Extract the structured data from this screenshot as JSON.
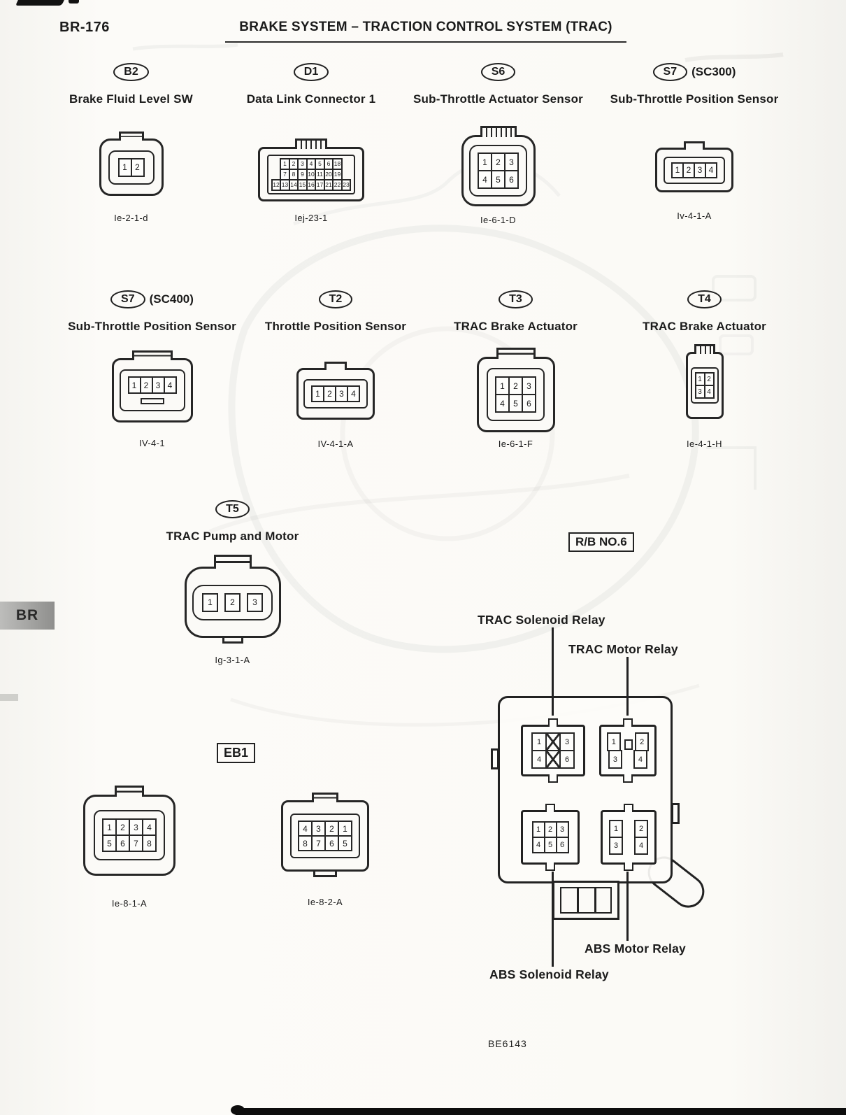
{
  "page": {
    "number": "BR-176",
    "header": {
      "bold": "BRAKE SYSTEM",
      "rest": " – TRACTION CONTROL SYSTEM (TRAC)"
    },
    "side_tab": "BR",
    "figure_code": "BE6143"
  },
  "labels": {
    "eb1_box": "EB1"
  },
  "connectors": [
    {
      "badge": "B2",
      "qualifier": "",
      "title": "Brake Fluid Level SW",
      "code": "Ie-2-1-d",
      "rows": [
        [
          "1",
          "2"
        ]
      ]
    },
    {
      "badge": "D1",
      "qualifier": "",
      "title": "Data Link Connector 1",
      "code": "Iej-23-1",
      "rows": [
        [
          "1",
          "2",
          "3",
          "4",
          "5",
          "6",
          "18"
        ],
        [
          "7",
          "8",
          "9",
          "10",
          "11",
          "20",
          "19"
        ],
        [
          "12",
          "13",
          "14",
          "15",
          "16",
          "17",
          "21",
          "22",
          "23"
        ]
      ]
    },
    {
      "badge": "S6",
      "qualifier": "",
      "title": "Sub-Throttle Actuator Sensor",
      "code": "Ie-6-1-D",
      "rows": [
        [
          "1",
          "2",
          "3"
        ],
        [
          "4",
          "5",
          "6"
        ]
      ]
    },
    {
      "badge": "S7",
      "qualifier": "(SC300)",
      "title": "Sub-Throttle Position Sensor",
      "code": "Iv-4-1-A",
      "rows": [
        [
          "1",
          "2",
          "3",
          "4"
        ]
      ]
    },
    {
      "badge": "S7",
      "qualifier": "(SC400)",
      "title": "Sub-Throttle Position Sensor",
      "code": "IV-4-1",
      "rows": [
        [
          "1",
          "2",
          "3",
          "4"
        ]
      ]
    },
    {
      "badge": "T2",
      "qualifier": "",
      "title": "Throttle Position Sensor",
      "code": "IV-4-1-A",
      "rows": [
        [
          "1",
          "2",
          "3",
          "4"
        ]
      ]
    },
    {
      "badge": "T3",
      "qualifier": "",
      "title": "TRAC Brake Actuator",
      "code": "Ie-6-1-F",
      "rows": [
        [
          "1",
          "2",
          "3"
        ],
        [
          "4",
          "5",
          "6"
        ]
      ]
    },
    {
      "badge": "T4",
      "qualifier": "",
      "title": "TRAC Brake Actuator",
      "code": "Ie-4-1-H",
      "rows": [
        [
          "1",
          "2"
        ],
        [
          "3",
          "4"
        ]
      ]
    },
    {
      "badge": "T5",
      "qualifier": "",
      "title": "TRAC Pump and Motor",
      "code": "Ig-3-1-A",
      "rows": [
        [
          "1",
          "2",
          "3"
        ]
      ]
    },
    {
      "badge": "",
      "qualifier": "",
      "title": "",
      "code": "Ie-8-1-A",
      "rows": [
        [
          "1",
          "2",
          "3",
          "4"
        ],
        [
          "5",
          "6",
          "7",
          "8"
        ]
      ]
    },
    {
      "badge": "",
      "qualifier": "",
      "title": "",
      "code": "Ie-8-2-A",
      "rows": [
        [
          "4",
          "3",
          "2",
          "1"
        ],
        [
          "8",
          "7",
          "6",
          "5"
        ]
      ]
    }
  ],
  "relay_box": {
    "label": "R/B NO.6",
    "relays": [
      {
        "name": "TRAC Solenoid Relay",
        "rows": [
          [
            "1",
            "X",
            "3"
          ],
          [
            "4",
            "X",
            "6"
          ]
        ]
      },
      {
        "name": "TRAC Motor Relay",
        "rows": [
          [
            "1",
            "o",
            "2"
          ],
          [
            "3",
            "_",
            "4"
          ]
        ]
      },
      {
        "name": "ABS Solenoid Relay",
        "rows": [
          [
            "1",
            "2",
            "3"
          ],
          [
            "4",
            "5",
            "6"
          ]
        ]
      },
      {
        "name": "ABS Motor Relay",
        "rows": [
          [
            "1",
            "_",
            "2"
          ],
          [
            "3",
            "_",
            "4"
          ]
        ]
      }
    ]
  }
}
